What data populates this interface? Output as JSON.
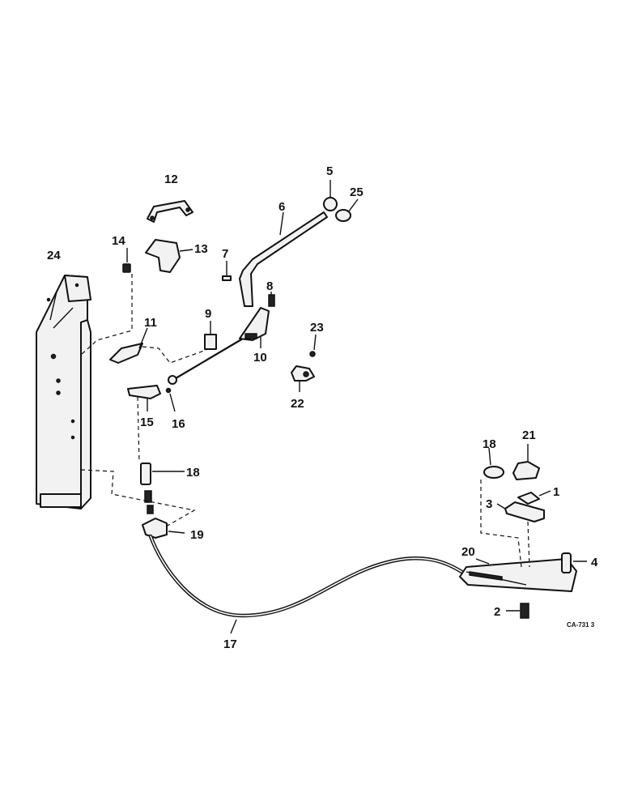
{
  "diagram": {
    "drawing_code": "CA-731 3",
    "callouts": [
      {
        "id": "c1",
        "label": "1"
      },
      {
        "id": "c2",
        "label": "2"
      },
      {
        "id": "c3",
        "label": "3"
      },
      {
        "id": "c4",
        "label": "4"
      },
      {
        "id": "c5",
        "label": "5"
      },
      {
        "id": "c6",
        "label": "6"
      },
      {
        "id": "c7",
        "label": "7"
      },
      {
        "id": "c8",
        "label": "8"
      },
      {
        "id": "c9",
        "label": "9"
      },
      {
        "id": "c10",
        "label": "10"
      },
      {
        "id": "c11",
        "label": "11"
      },
      {
        "id": "c12",
        "label": "12"
      },
      {
        "id": "c13",
        "label": "13"
      },
      {
        "id": "c14",
        "label": "14"
      },
      {
        "id": "c15",
        "label": "15"
      },
      {
        "id": "c16",
        "label": "16"
      },
      {
        "id": "c17",
        "label": "17"
      },
      {
        "id": "c18a",
        "label": "18"
      },
      {
        "id": "c18b",
        "label": "18"
      },
      {
        "id": "c19",
        "label": "19"
      },
      {
        "id": "c20",
        "label": "20"
      },
      {
        "id": "c21",
        "label": "21"
      },
      {
        "id": "c22",
        "label": "22"
      },
      {
        "id": "c23",
        "label": "23"
      },
      {
        "id": "c24",
        "label": "24"
      },
      {
        "id": "c25",
        "label": "25"
      }
    ]
  }
}
